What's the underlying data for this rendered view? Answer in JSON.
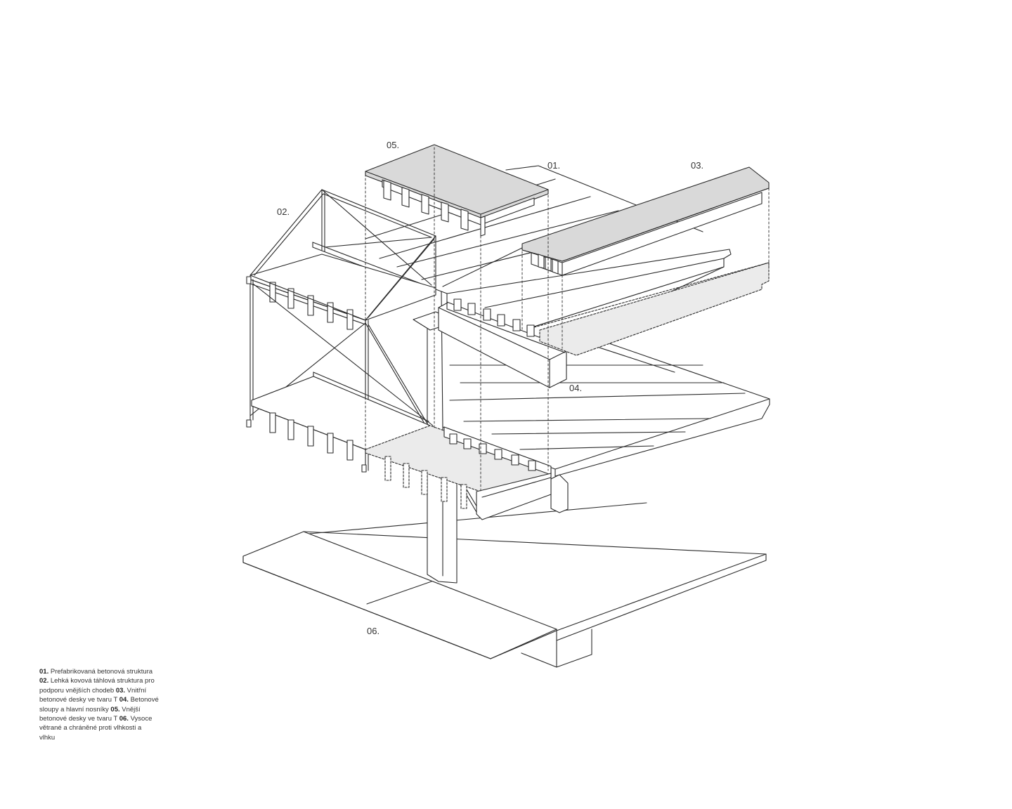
{
  "labels": {
    "l01": "01.",
    "l02": "02.",
    "l03": "03.",
    "l04": "04.",
    "l05": "05.",
    "l06": "06."
  },
  "legend": [
    {
      "num": "01.",
      "text": "Prefabrikovaná betonová struktura"
    },
    {
      "num": "02.",
      "text": "Lehká kovová táhlová struktura pro podporu vnějších chodeb"
    },
    {
      "num": "03.",
      "text": "Vnitřní betonové desky ve tvaru T"
    },
    {
      "num": "04.",
      "text": "Betonové sloupy a hlavní nosníky"
    },
    {
      "num": "05.",
      "text": "Vnější betonové desky ve tvaru T"
    },
    {
      "num": "06.",
      "text": "Vysoce větrané a chráněné proti vlhkosti a vlhku"
    }
  ],
  "colors": {
    "line": "#2a2a2a",
    "panel_fill": "#d9d9d9",
    "shade_fill": "#ebebeb",
    "background": "#ffffff"
  }
}
